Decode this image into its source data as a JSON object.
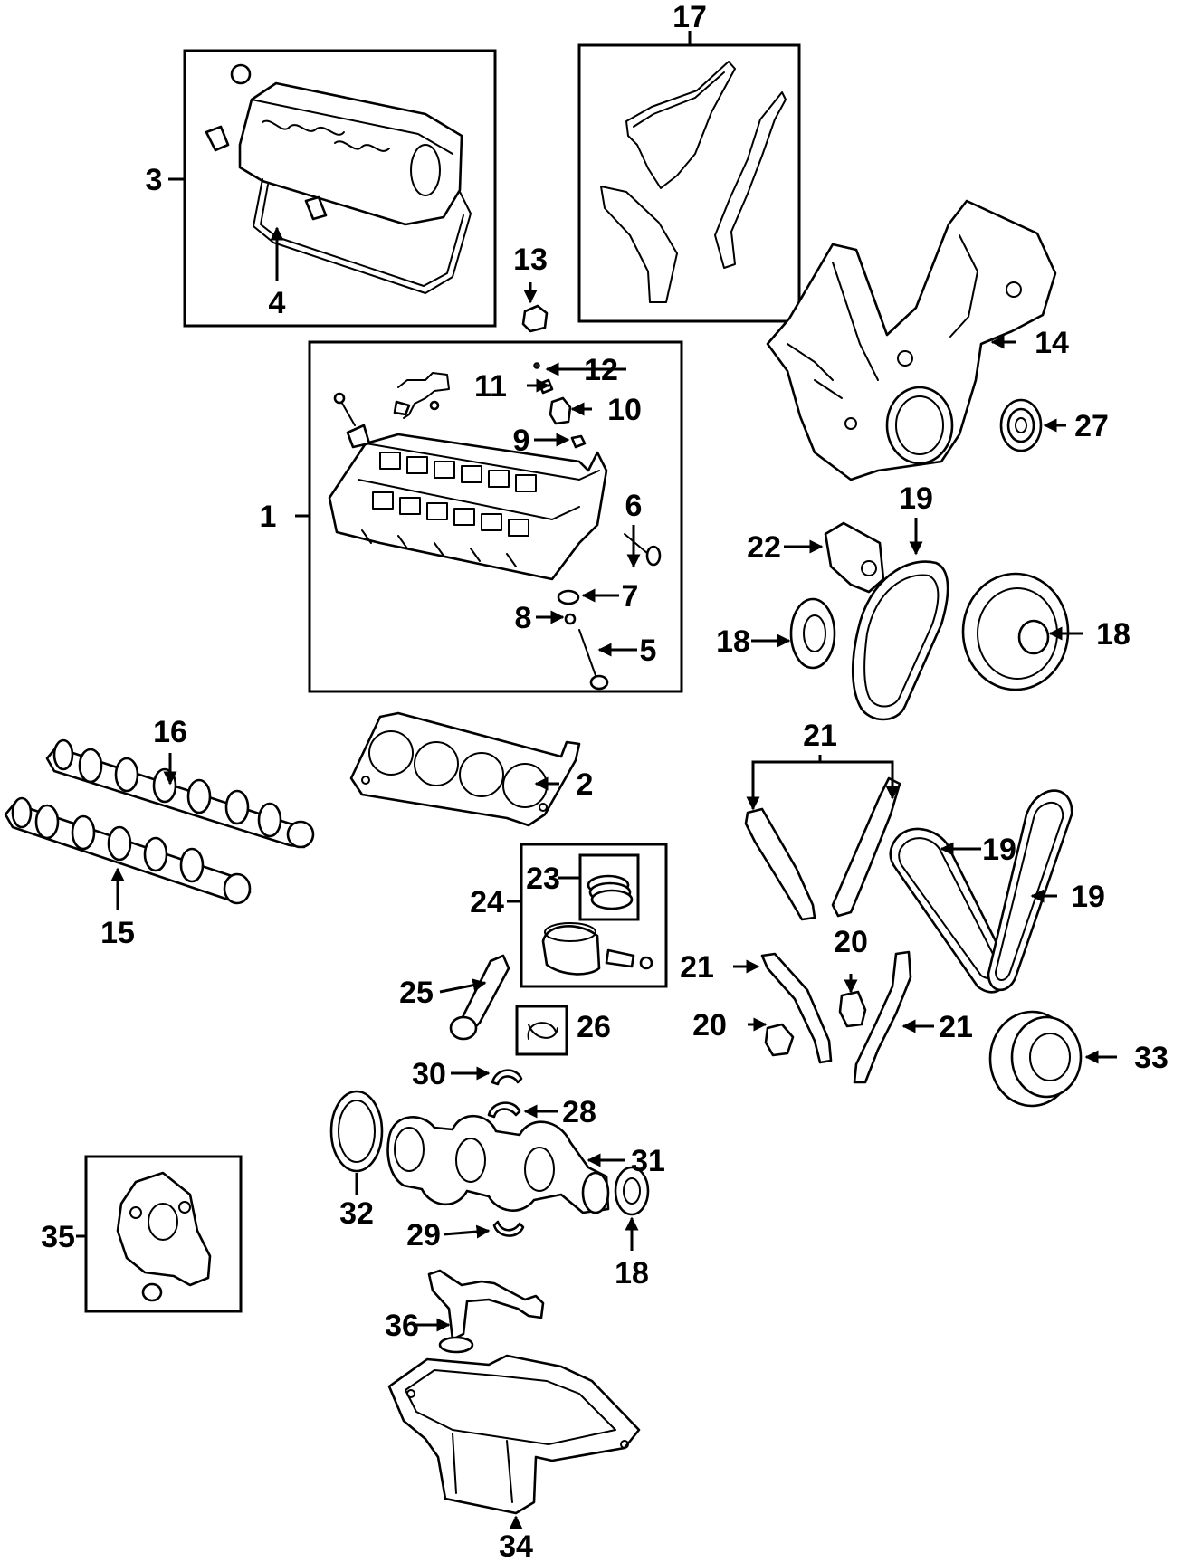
{
  "callouts": {
    "c1": "1",
    "c2": "2",
    "c3": "3",
    "c4": "4",
    "c5": "5",
    "c6": "6",
    "c7": "7",
    "c8": "8",
    "c9": "9",
    "c10": "10",
    "c11": "11",
    "c12": "12",
    "c13": "13",
    "c14": "14",
    "c15": "15",
    "c16": "16",
    "c17": "17",
    "c18": "18",
    "c19": "19",
    "c20": "20",
    "c21": "21",
    "c22": "22",
    "c23": "23",
    "c24": "24",
    "c25": "25",
    "c26": "26",
    "c27": "27",
    "c28": "28",
    "c29": "29",
    "c30": "30",
    "c31": "31",
    "c32": "32",
    "c33": "33",
    "c34": "34",
    "c35": "35",
    "c36": "36"
  }
}
